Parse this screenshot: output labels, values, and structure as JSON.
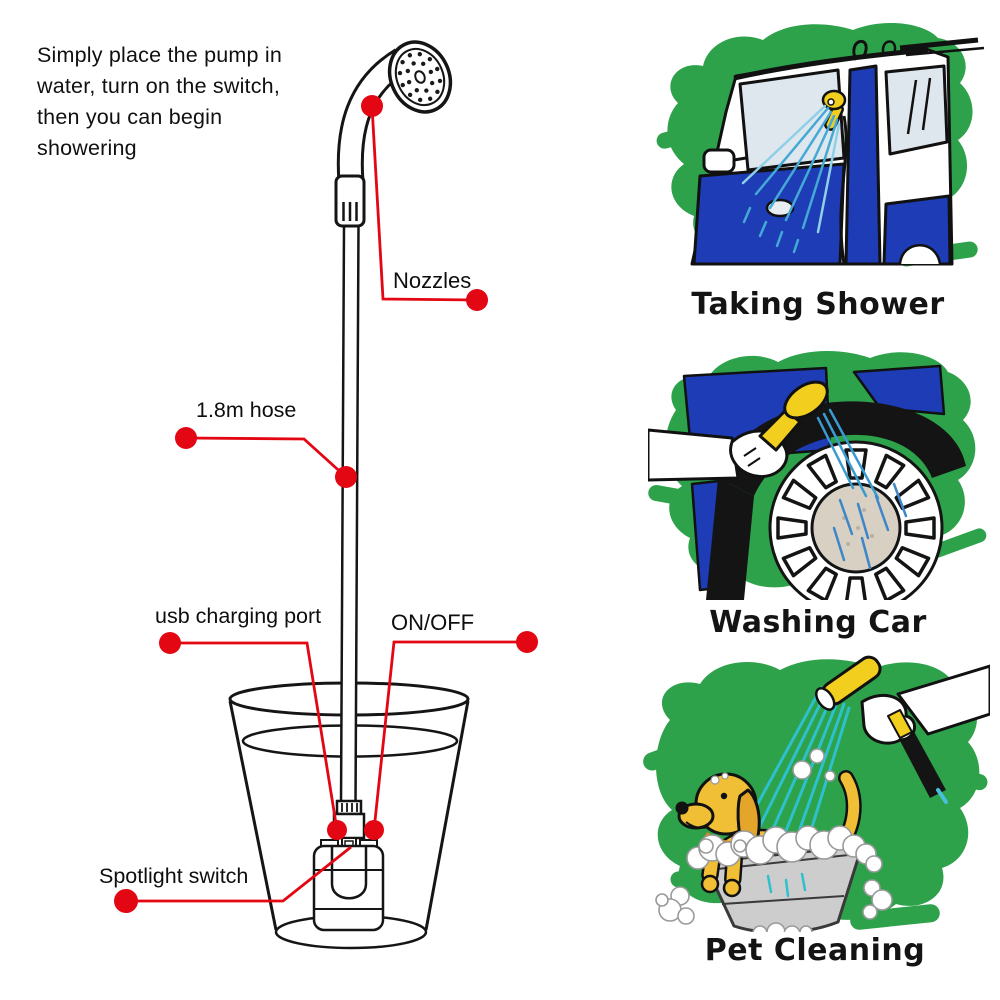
{
  "intro": {
    "lines": [
      "Simply place the pump in",
      "water, turn on the switch,",
      "then you can begin",
      "showering"
    ]
  },
  "labels": {
    "nozzles": "Nozzles",
    "hose": "1.8m hose",
    "usb": "usb charging port",
    "power": "ON/OFF",
    "spotlight": "Spotlight switch"
  },
  "usages": [
    {
      "caption": "Taking Shower",
      "icon": "van-shower-illustration"
    },
    {
      "caption": "Washing Car",
      "icon": "wheel-washing-illustration"
    },
    {
      "caption": "Pet Cleaning",
      "icon": "dog-bath-illustration"
    }
  ],
  "colors": {
    "annotation_red": "#e30613",
    "outline_black": "#111111",
    "splash_green": "#2da24b",
    "vehicle_blue": "#1d3cb5",
    "sprayer_yellow": "#f2cf1e",
    "water_cyan": "#3ab0d6",
    "dog_gold": "#f0bf35",
    "tub_gray": "#cdcdcd"
  }
}
